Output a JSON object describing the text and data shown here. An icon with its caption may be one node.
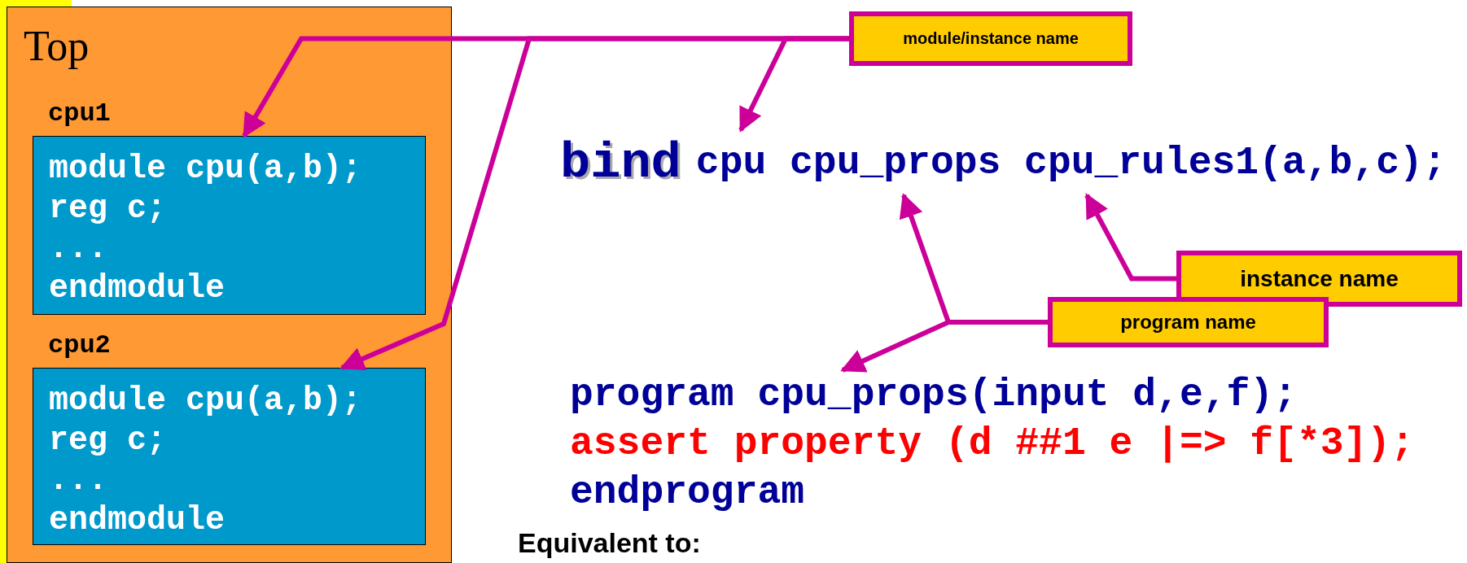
{
  "diagram": {
    "nodes": [
      {
        "text": [
          "Top"
        ]
      },
      {
        "text": [
          "cpu1",
          "module cpu(a,b);",
          "reg c;",
          "...",
          "endmodule"
        ],
        "in": 0
      },
      {
        "text": [
          "cpu2",
          "module cpu(a,b);",
          "reg c;",
          "...",
          "endmodule"
        ],
        "in": 0
      },
      {
        "text": [
          "module/instance name"
        ]
      },
      {
        "text": [
          "instance name"
        ]
      },
      {
        "text": [
          "program name"
        ]
      },
      {
        "text": [
          "bind",
          "cpu cpu_props cpu_rules1(a,b,c);"
        ]
      },
      {
        "text": [
          "program cpu_props(input d,e,f);",
          "assert property (d ##1 e |=> f[*3]);",
          "endprogram"
        ]
      }
    ],
    "edges": [
      {
        "from": 3,
        "to": 1,
        "arrow": "to"
      },
      {
        "from": 3,
        "to": 2,
        "arrow": "to"
      },
      {
        "from": 3,
        "to": 6,
        "arrow": "to"
      },
      {
        "from": 4,
        "to": 6,
        "arrow": "to"
      },
      {
        "from": 5,
        "to": 6,
        "arrow": "to"
      },
      {
        "from": 5,
        "to": 7,
        "arrow": "to"
      }
    ],
    "labels": [
      "Equivalent to:"
    ]
  }
}
